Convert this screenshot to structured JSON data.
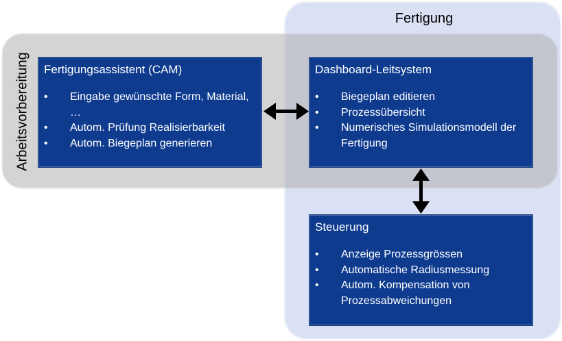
{
  "zones": {
    "fertigung": {
      "label": "Fertigung"
    },
    "arbeitsvorbereitung": {
      "label": "Arbeitsvorbereitung"
    }
  },
  "boxes": {
    "cam": {
      "title": "Fertigungsassistent (CAM)",
      "items": [
        "Eingabe gewünschte Form, Material, …",
        "Autom. Prüfung Realisierbarkeit",
        "Autom. Biegeplan generieren"
      ]
    },
    "dashboard": {
      "title": "Dashboard-Leitsystem",
      "items": [
        "Biegeplan editieren",
        "Prozessübersicht",
        "Numerisches Simulationsmodell der Fertigung"
      ]
    },
    "steuerung": {
      "title": "Steuerung",
      "items": [
        "Anzeige Prozessgrössen",
        "Automatische Radiusmessung",
        "Autom. Kompensation von Prozessabweichungen"
      ]
    }
  },
  "bullet_char": "•",
  "colors": {
    "box_fill": "#0f3b8f",
    "box_text": "#ffffff",
    "fertigung_zone": "#dbe1f4",
    "arbeit_zone": "#b0b0b0",
    "arrow": "#000000"
  }
}
